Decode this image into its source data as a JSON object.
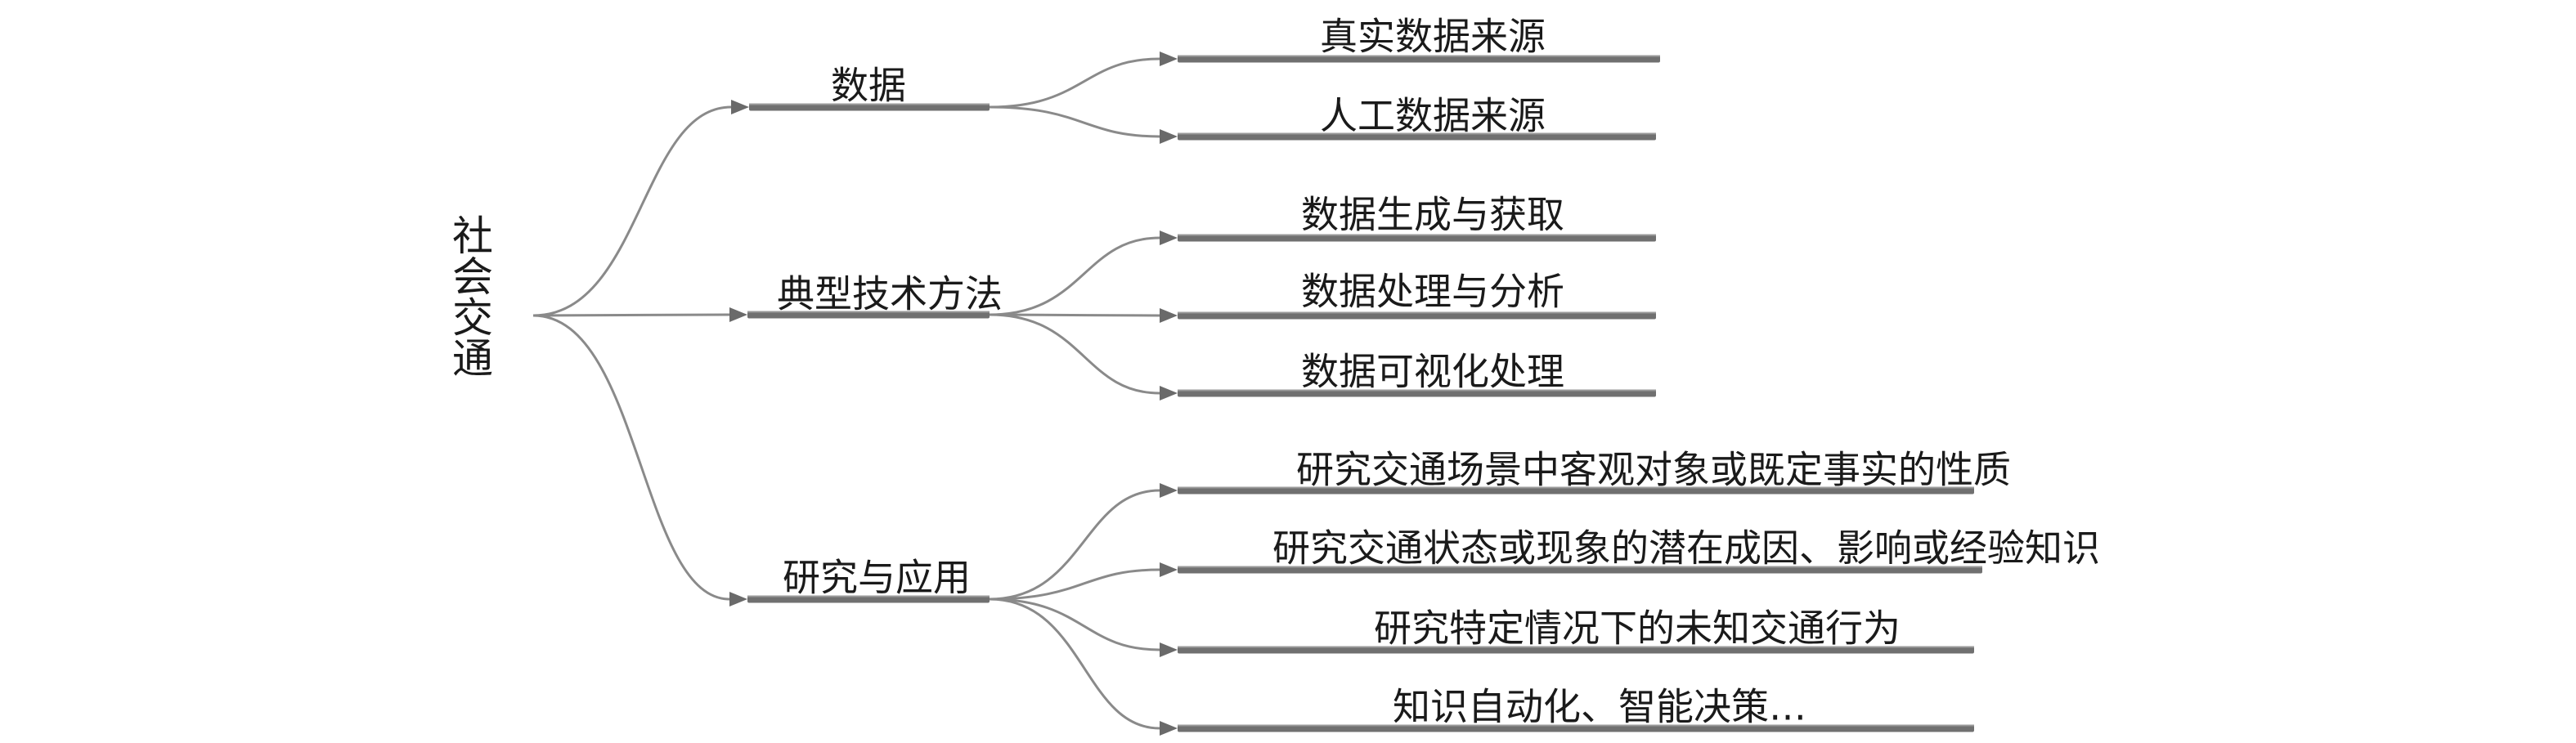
{
  "root": {
    "label": "社会交通"
  },
  "categories": [
    {
      "label": "数据",
      "children": [
        "真实数据来源",
        "人工数据来源"
      ]
    },
    {
      "label": "典型技术方法",
      "children": [
        "数据生成与获取",
        "数据处理与分析",
        "数据可视化处理"
      ]
    },
    {
      "label": "研究与应用",
      "children": [
        "研究交通场景中客观对象或既定事实的性质",
        "研究交通状态或现象的潜在成因、影响或经验知识",
        "研究特定情况下的未知交通行为",
        "知识自动化、智能决策…"
      ]
    }
  ],
  "colors": {
    "bar": "#707070",
    "connector": "#8a8a8a",
    "arrow": "#6a6a6a",
    "text": "#1a1a1a"
  }
}
